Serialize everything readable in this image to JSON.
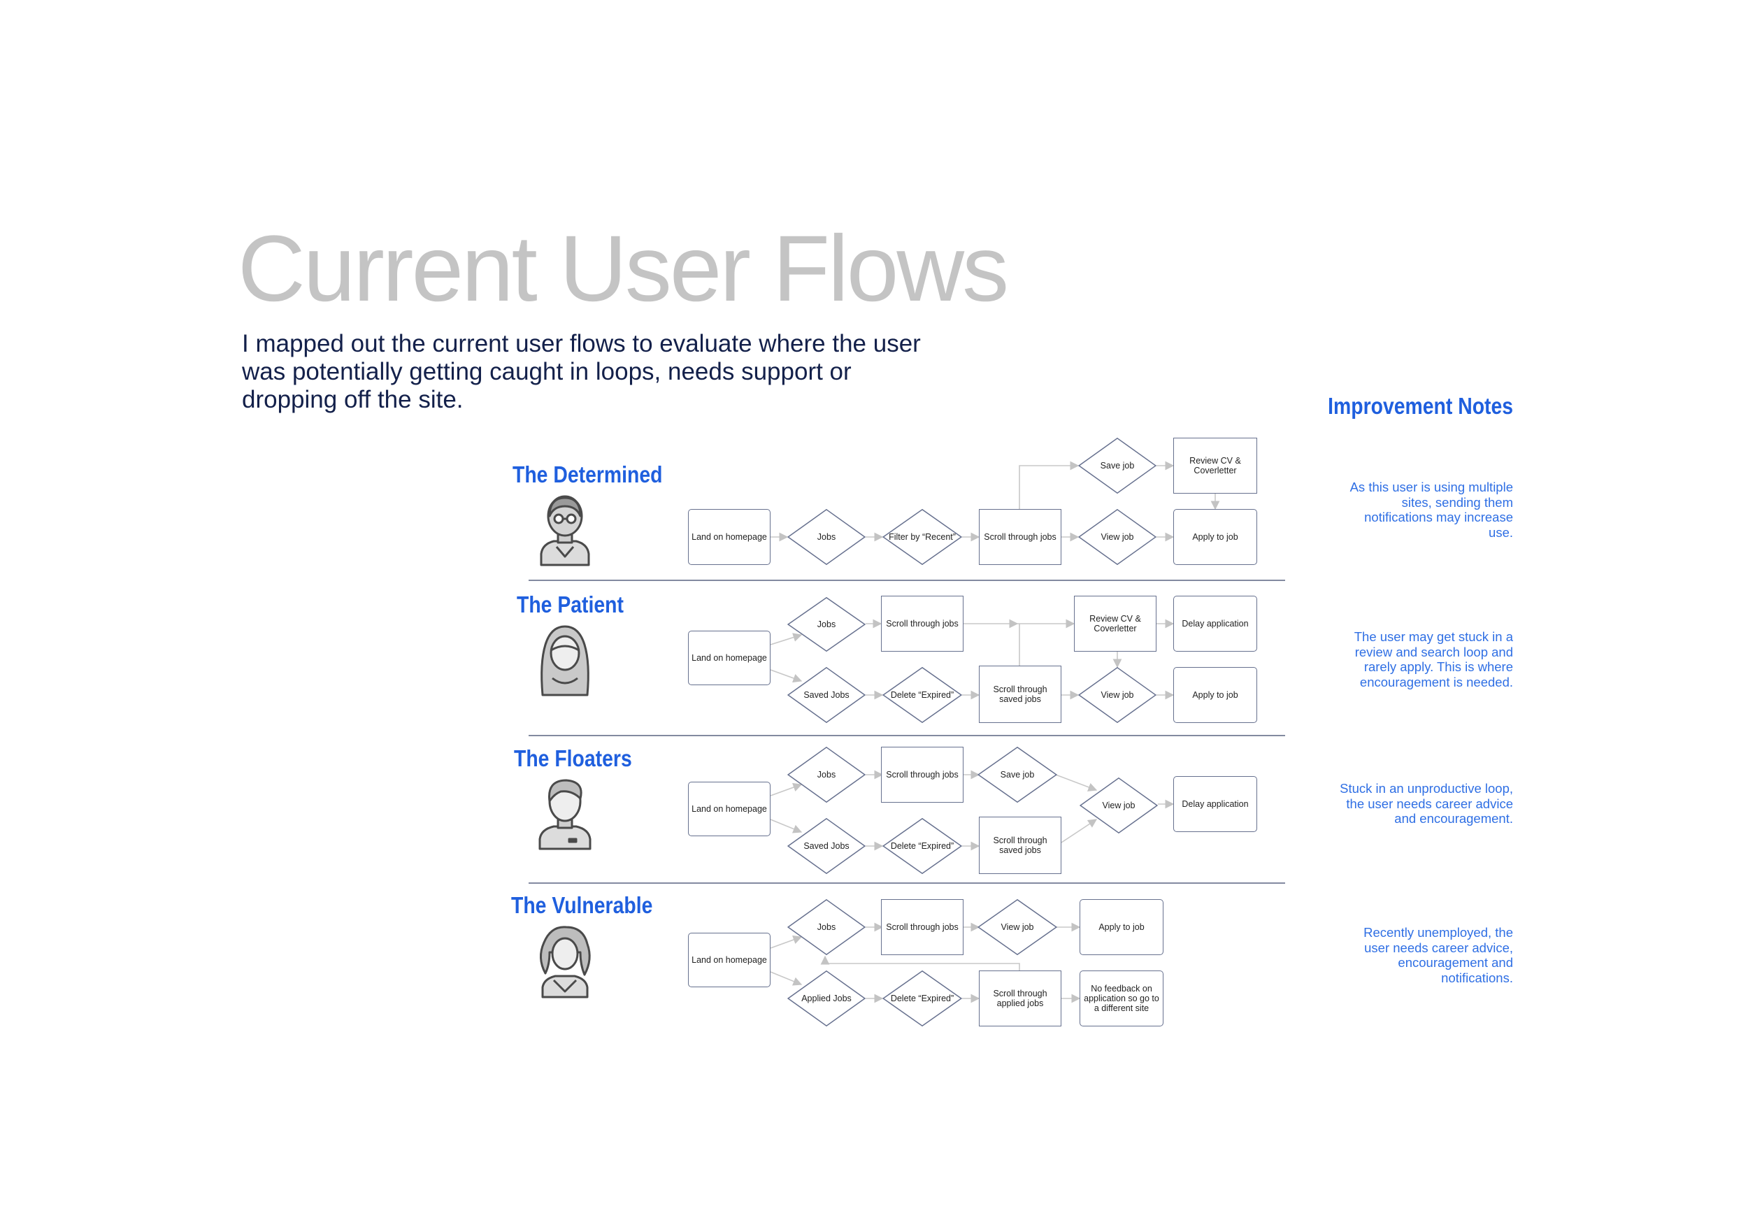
{
  "title": "Current User Flows",
  "intro": "I mapped out the current user flows to evaluate where the user was potentially getting caught in loops, needs support or dropping off the site.",
  "notes_heading": "Improvement Notes",
  "notes": [
    "As this user is using multiple sites, sending them notifications may increase use.",
    "The user may get stuck in a review and search loop and rarely apply. This is where encouragement is needed.",
    "Stuck in an unproductive loop, the user needs career advice and encouragement.",
    "Recently unemployed, the user needs career advice, encouragement and notifications."
  ],
  "personas": [
    {
      "name": "The Determined",
      "avatar_icon": "goggles-person-icon",
      "nodes": {
        "land": "Land on homepage",
        "jobs": "Jobs",
        "filter": "Filter by “Recent”",
        "scroll": "Scroll through jobs",
        "save": "Save job",
        "review": "Review CV & Coverletter",
        "view": "View job",
        "apply": "Apply to job"
      }
    },
    {
      "name": "The Patient",
      "avatar_icon": "hijab-person-icon",
      "nodes": {
        "land": "Land on homepage",
        "jobs": "Jobs",
        "scroll": "Scroll through jobs",
        "review": "Review CV & Coverletter",
        "delay": "Delay application",
        "saved": "Saved Jobs",
        "delete": "Delete “Expired”",
        "scroll_saved": "Scroll through saved jobs",
        "view": "View job",
        "apply": "Apply to job"
      }
    },
    {
      "name": "The Floaters",
      "avatar_icon": "short-hair-person-icon",
      "nodes": {
        "land": "Land on homepage",
        "jobs": "Jobs",
        "scroll": "Scroll through jobs",
        "save": "Save job",
        "view": "View job",
        "delay": "Delay application",
        "saved": "Saved Jobs",
        "delete": "Delete “Expired”",
        "scroll_saved": "Scroll through saved jobs"
      }
    },
    {
      "name": "The Vulnerable",
      "avatar_icon": "curly-hair-person-icon",
      "nodes": {
        "land": "Land on homepage",
        "jobs": "Jobs",
        "scroll": "Scroll through jobs",
        "view": "View job",
        "apply": "Apply to job",
        "applied": "Applied Jobs",
        "delete": "Delete “Expired”",
        "scroll_applied": "Scroll through applied jobs",
        "no_feedback": "No feedback on application so go to a different site"
      }
    }
  ],
  "colors": {
    "accent": "#1f5fde",
    "title": "#c4c4c4",
    "intro": "#13204a",
    "node_border": "#66708e",
    "connector": "#c8c8c8",
    "divider": "#5a6480"
  }
}
